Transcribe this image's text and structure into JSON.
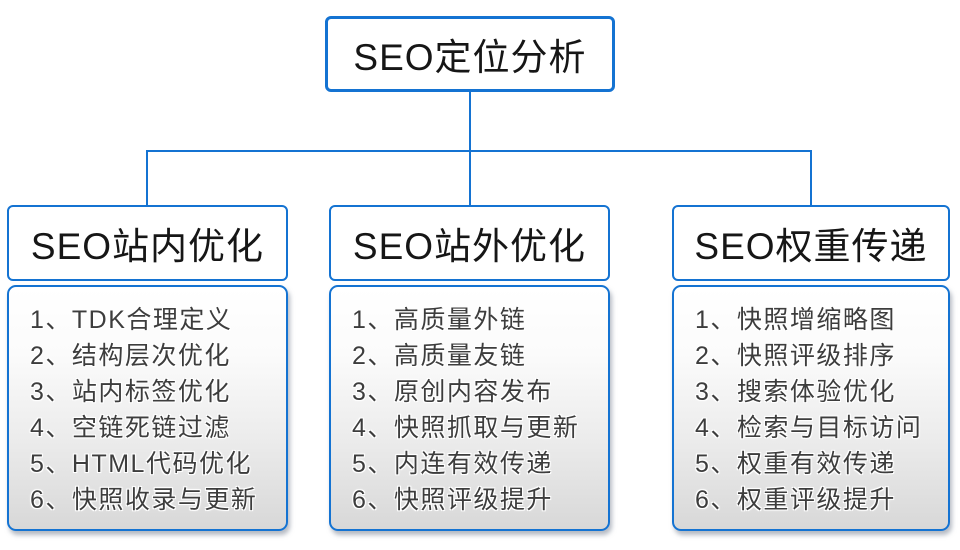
{
  "diagram": {
    "root_title": "SEO定位分析"
  },
  "columns": [
    {
      "title": "SEO站内优化",
      "items": [
        "1、TDK合理定义",
        "2、结构层次优化",
        "3、站内标签优化",
        "4、空链死链过滤",
        "5、HTML代码优化",
        "6、快照收录与更新"
      ]
    },
    {
      "title": "SEO站外优化",
      "items": [
        "1、高质量外链",
        "2、高质量友链",
        "3、原创内容发布",
        "4、快照抓取与更新",
        "5、内连有效传递",
        "6、快照评级提升"
      ]
    },
    {
      "title": "SEO权重传递",
      "items": [
        "1、快照增缩略图",
        "2、快照评级排序",
        "3、搜索体验优化",
        "4、检索与目标访问",
        "5、权重有效传递",
        "6、权重评级提升"
      ]
    }
  ],
  "colors": {
    "accent_blue": "#1473d2",
    "title_text": "#161616",
    "item_text": "#3d3d3d",
    "panel_gradient_bottom": "#d8d8d8"
  }
}
